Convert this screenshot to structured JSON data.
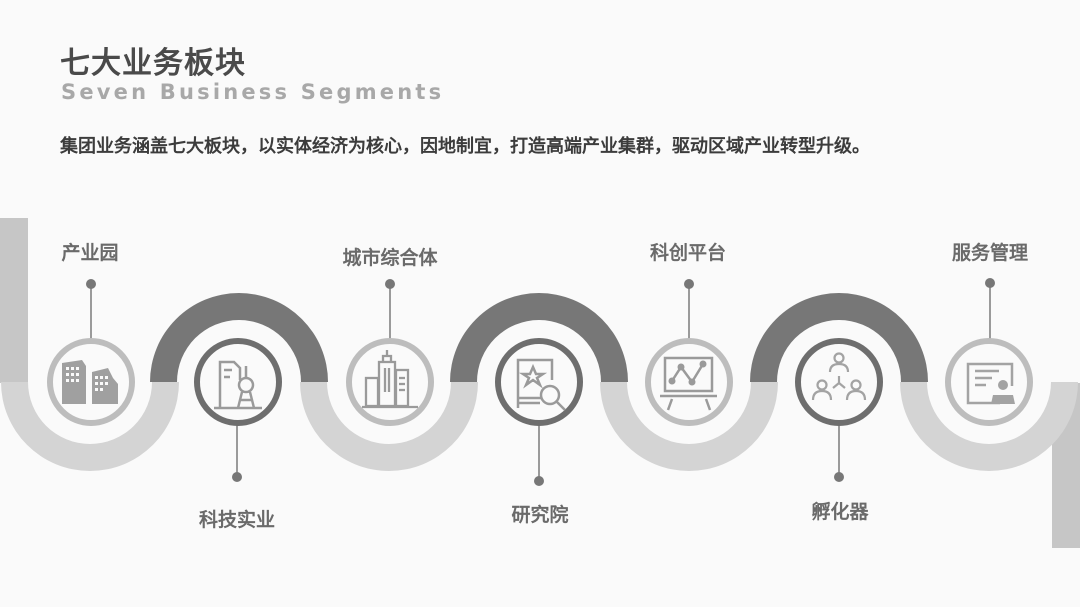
{
  "header": {
    "title": "七大业务板块",
    "subtitle": "Seven Business Segments",
    "description": "集团业务涵盖七大板块，以实体经济为核心，因地制宜，打造高端产业集群，驱动区域产业转型升级。"
  },
  "colors": {
    "dark_arc": "#777777",
    "light_arc": "#d4d4d4",
    "side_bar": "#c6c6c6",
    "icon_ring_light": "#bdbdbd",
    "icon_ring_dark": "#6e6e6e",
    "icon_fill": "#9a9a9a",
    "connector": "#777777"
  },
  "segments": [
    {
      "label": "产业园",
      "icon": "buildings-icon",
      "label_position": "top"
    },
    {
      "label": "科技实业",
      "icon": "tech-industry-icon",
      "label_position": "bottom"
    },
    {
      "label": "城市综合体",
      "icon": "city-complex-icon",
      "label_position": "top"
    },
    {
      "label": "研究院",
      "icon": "research-book-icon",
      "label_position": "bottom"
    },
    {
      "label": "科创平台",
      "icon": "presentation-board-icon",
      "label_position": "top"
    },
    {
      "label": "孵化器",
      "icon": "network-people-icon",
      "label_position": "bottom"
    },
    {
      "label": "服务管理",
      "icon": "service-document-icon",
      "label_position": "top"
    }
  ]
}
